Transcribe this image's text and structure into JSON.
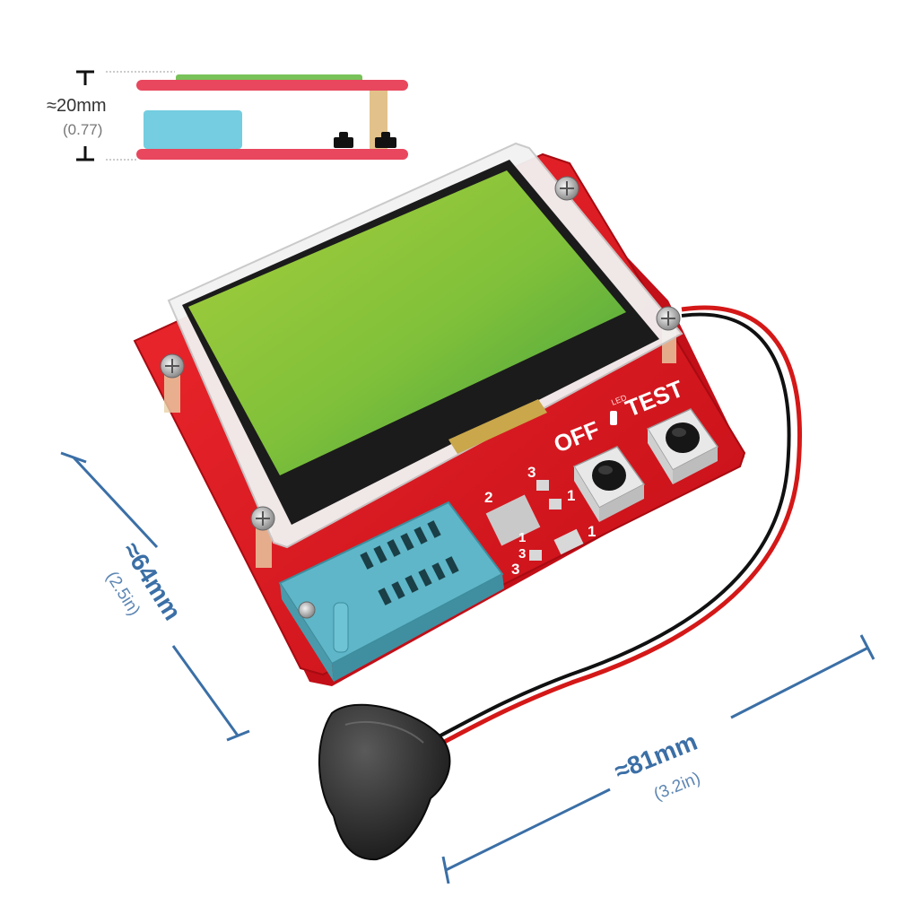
{
  "height_dimension": {
    "label": "≈20mm",
    "sub": "(0.77)"
  },
  "width_dimension": {
    "label": "≈81mm",
    "sub": "(3.2in)"
  },
  "depth_dimension": {
    "label": "≈64mm",
    "sub": "(2.5in)"
  },
  "board_silkscreen": {
    "off_label": "OFF",
    "test_label": "TEST",
    "led_label": "LED",
    "pin_1a": "1",
    "pin_2": "2",
    "pin_3a": "3",
    "pin_1b": "1",
    "pin_3b": "3",
    "pin_1c": "1",
    "pin_3c": "3"
  },
  "colors": {
    "board_red": "#e2141f",
    "lcd_green": "#7fc03a",
    "socket_blue": "#5fb6c8",
    "dimension_blue": "#3b6fa6",
    "stack_pink": "#e8475e",
    "stack_green": "#79c25a",
    "stack_cyan": "#74cde0",
    "stack_tan": "#e2c28a"
  }
}
